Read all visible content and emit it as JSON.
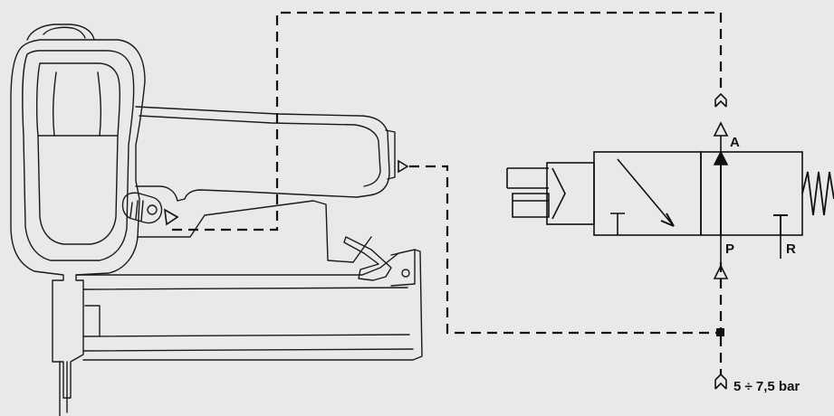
{
  "labels": {
    "port_a": "A",
    "port_p": "P",
    "port_r": "R",
    "pressure": "5 ÷ 7,5 bar"
  },
  "colors": {
    "background": "#e9e9e9",
    "line": "#111111",
    "tool_outline": "#1a1a1a"
  }
}
